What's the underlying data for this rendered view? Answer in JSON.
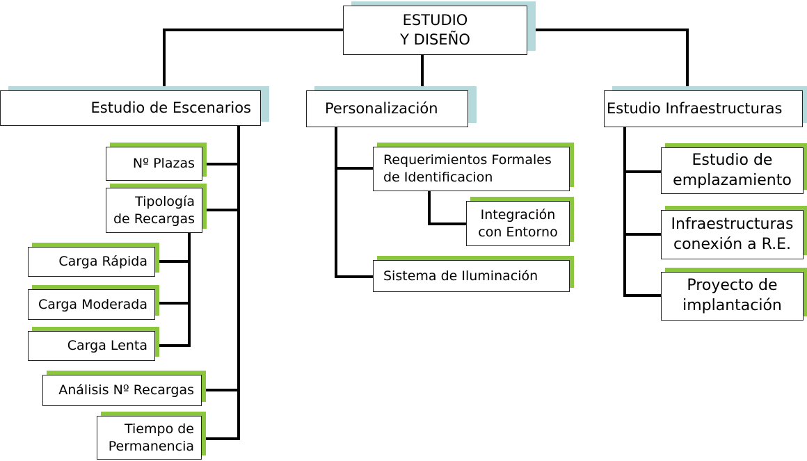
{
  "root": {
    "line1": "ESTUDIO",
    "line2": "Y DISEÑO"
  },
  "level1": {
    "escenarios": "Estudio de Escenarios",
    "personalizacion": "Personalización",
    "infraestructuras": "Estudio Infraestructuras"
  },
  "escenarios_children": {
    "plazas": "Nº Plazas",
    "tipologia_line1": "Tipología",
    "tipologia_line2": "de Recargas",
    "rapida": "Carga Rápida",
    "moderada": "Carga Moderada",
    "lenta": "Carga Lenta",
    "analisis": "Análisis Nº Recargas",
    "tiempo_line1": "Tiempo de",
    "tiempo_line2": "Permanencia"
  },
  "personalizacion_children": {
    "requerimientos_line1": "Requerimientos Formales",
    "requerimientos_line2": "de Identificacion",
    "integracion_line1": "Integración",
    "integracion_line2": "con Entorno",
    "iluminacion": "Sistema de Iluminación"
  },
  "infraestructuras_children": {
    "emplazamiento_line1": "Estudio de",
    "emplazamiento_line2": "emplazamiento",
    "conexion_line1": "Infraestructuras",
    "conexion_line2": "conexión a R.E.",
    "implantacion_line1": "Proyecto de",
    "implantacion_line2": "implantación"
  },
  "colors": {
    "accent_green": "#8cc63f",
    "accent_blue": "#b6d9dc",
    "line": "#000000"
  }
}
